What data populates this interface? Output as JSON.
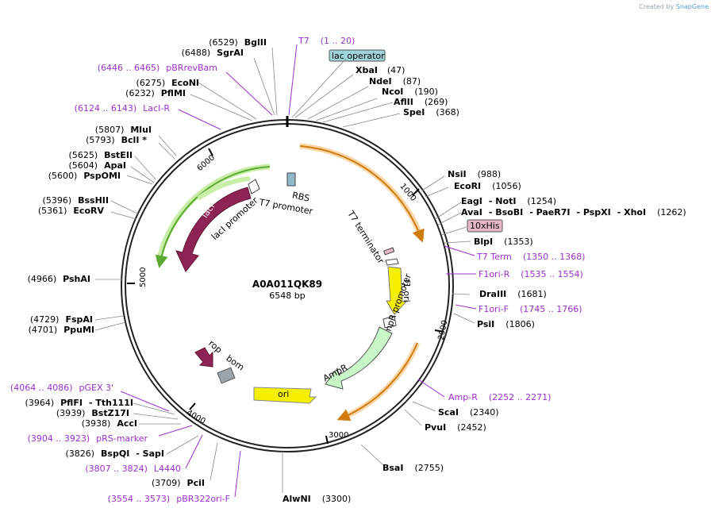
{
  "credit": {
    "prefix": "Created by",
    "brand": "SnapGene"
  },
  "plasmid": {
    "name": "A0A011QK89",
    "size_label": "6548 bp"
  },
  "ticks": [
    "1000",
    "2000",
    "3000",
    "4000",
    "5000",
    "6000"
  ],
  "sites_right": [
    {
      "name": "XbaI",
      "pos": "(47)"
    },
    {
      "name": "NdeI",
      "pos": "(87)"
    },
    {
      "name": "NcoI",
      "pos": "(190)"
    },
    {
      "name": "AflII",
      "pos": "(269)"
    },
    {
      "name": "SpeI",
      "pos": "(368)"
    },
    {
      "name": "NsiI",
      "pos": "(988)"
    },
    {
      "name": "EcoRI",
      "pos": "(1056)"
    },
    {
      "name": "BlpI",
      "pos": "(1353)"
    },
    {
      "name": "DraIII",
      "pos": "(1681)"
    },
    {
      "name": "PsiI",
      "pos": "(1806)"
    },
    {
      "name": "ScaI",
      "pos": "(2340)"
    },
    {
      "name": "PvuI",
      "pos": "(2452)"
    },
    {
      "name": "BsaI",
      "pos": "(2755)"
    },
    {
      "name": "AlwNI",
      "pos": "(3300)"
    }
  ],
  "eag_line": {
    "a": "EagI",
    "sep1": "- NotI",
    "pos": "(1254)"
  },
  "ava_line": {
    "a": "AvaI",
    "b": "- BsoBI",
    "c": "- PaeR7I",
    "d": "- PspXI",
    "e": "- XhoI",
    "pos": "(1262)"
  },
  "sites_left": [
    {
      "name": "BglII",
      "pos": "(6529)"
    },
    {
      "name": "SgrAI",
      "pos": "(6488)"
    },
    {
      "name": "EcoNI",
      "pos": "(6275)"
    },
    {
      "name": "PflMI",
      "pos": "(6232)"
    },
    {
      "name": "MluI",
      "pos": "(5807)"
    },
    {
      "name": "BclI *",
      "pos": "(5793)"
    },
    {
      "name": "BstEII",
      "pos": "(5625)"
    },
    {
      "name": "ApaI",
      "pos": "(5604)"
    },
    {
      "name": "PspOMI",
      "pos": "(5600)"
    },
    {
      "name": "BssHII",
      "pos": "(5396)"
    },
    {
      "name": "EcoRV",
      "pos": "(5361)"
    },
    {
      "name": "PshAI",
      "pos": "(4966)"
    },
    {
      "name": "FspAI",
      "pos": "(4729)"
    },
    {
      "name": "PpuMI",
      "pos": "(4701)"
    },
    {
      "name": "AccI",
      "pos": "(3938)"
    },
    {
      "name": "PciI",
      "pos": "(3709)"
    }
  ],
  "pfl_line": {
    "a": "PflFI",
    "b": "- Tth111I",
    "pos": "(3964)"
  },
  "bstz_line": {
    "a": "BstZ17I",
    "pos": "(3939)"
  },
  "bspq_line": {
    "a": "BspQI",
    "b": "- SapI",
    "pos": "(3826)"
  },
  "primers": [
    {
      "name": "T7",
      "range": "(1 .. 20)"
    },
    {
      "name": "pBRrevBam",
      "range": "(6446 .. 6465)"
    },
    {
      "name": "LacI-R",
      "range": "(6124 .. 6143)"
    },
    {
      "name": "T7 Term",
      "range": "(1350 .. 1368)"
    },
    {
      "name": "F1ori-R",
      "range": "(1535 .. 1554)"
    },
    {
      "name": "F1ori-F",
      "range": "(1745 .. 1766)"
    },
    {
      "name": "Amp-R",
      "range": "(2252 .. 2271)"
    },
    {
      "name": "pGEX 3'",
      "range": "(4064 .. 4086)"
    },
    {
      "name": "pRS-marker",
      "range": "(3904 .. 3923)"
    },
    {
      "name": "L4440",
      "range": "(3807 .. 3824)"
    },
    {
      "name": "pBR322ori-F",
      "range": "(3554 .. 3573)"
    }
  ],
  "boxes": {
    "lac_operator": "lac operator",
    "his": "10xHis"
  },
  "features": {
    "rbs": "RBS",
    "t7_promoter": "T7 promoter",
    "laci_promoter": "lacI promoter",
    "laci": "lacI",
    "t7_terminator": "T7 terminator",
    "f1_ori": "f1 ori",
    "ampr_promoter": "AmpR promoter",
    "ampr": "AmpR",
    "rop": "rop",
    "bom": "bom",
    "ori": "ori"
  },
  "colors": {
    "primer": "#9b30d0",
    "laci": "#8e2355",
    "green": "#7ec850",
    "orange": "#e08a1e",
    "yellow": "#f5f000",
    "ampr": "#c8f7c8",
    "lac_operator": "#9fd3dc",
    "his": "#e6b8c8"
  }
}
